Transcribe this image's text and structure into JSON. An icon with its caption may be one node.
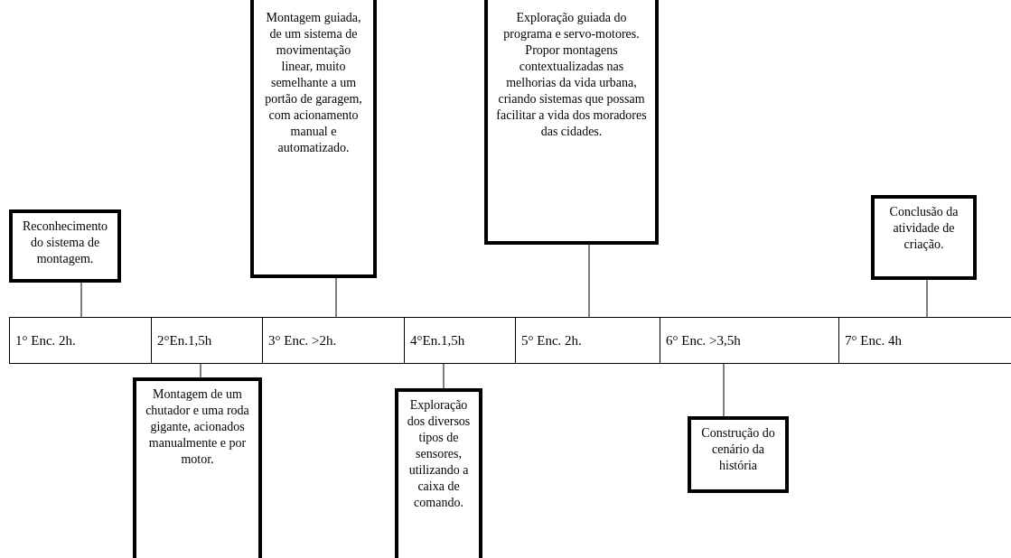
{
  "diagram": {
    "nodes": [
      {
        "text": [
          "Reconhecimento do sistema de montagem."
        ]
      },
      {
        "text": [
          "Montagem guiada, de um sistema de movimentação linear, muito semelhante a um portão de garagem, com acionamento manual e automatizado."
        ]
      },
      {
        "text": [
          "Exploração guiada do programa e servo-motores. Propor montagens contextualizadas nas melhorias da vida urbana, criando sistemas que possam facilitar a vida dos moradores das cidades."
        ]
      },
      {
        "text": [
          "Conclusão da atividade de criação."
        ]
      },
      {
        "text": [
          "1° Enc. 2h."
        ]
      },
      {
        "text": [
          "2°En.1,5h"
        ]
      },
      {
        "text": [
          "3° Enc. >2h."
        ]
      },
      {
        "text": [
          "4°En.1,5h"
        ]
      },
      {
        "text": [
          "5° Enc. 2h."
        ]
      },
      {
        "text": [
          "6° Enc. >3,5h"
        ]
      },
      {
        "text": [
          "7° Enc. 4h"
        ]
      },
      {
        "text": [
          "Montagem de um chutador e uma roda gigante, acionados manualmente e por motor."
        ]
      },
      {
        "text": [
          "Exploração dos diversos tipos de sensores, utilizando a caixa de comando."
        ]
      },
      {
        "text": [
          "Construção do cenário da história"
        ]
      }
    ],
    "edges": [
      {
        "from": 4,
        "to": 0,
        "arrow": "none"
      },
      {
        "from": 5,
        "to": 11,
        "arrow": "none"
      },
      {
        "from": 6,
        "to": 1,
        "arrow": "none"
      },
      {
        "from": 7,
        "to": 12,
        "arrow": "none"
      },
      {
        "from": 8,
        "to": 2,
        "arrow": "none"
      },
      {
        "from": 9,
        "to": 13,
        "arrow": "none"
      },
      {
        "from": 10,
        "to": 3,
        "arrow": "none"
      }
    ]
  }
}
